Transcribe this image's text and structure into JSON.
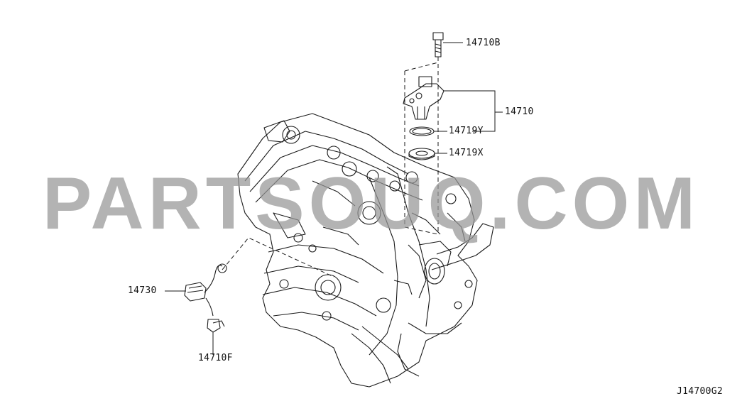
{
  "callouts": {
    "p14710B": "14710B",
    "p14710": "14710",
    "p14719Y": "14719Y",
    "p14719X": "14719X",
    "p14730": "14730",
    "p14710F": "14710F"
  },
  "diagram_code": "J14700G2",
  "watermark": "PARTSOUQ.COM",
  "colors": {
    "line": "#1a1a1a",
    "watermark": "#969696",
    "background": "#ffffff"
  }
}
